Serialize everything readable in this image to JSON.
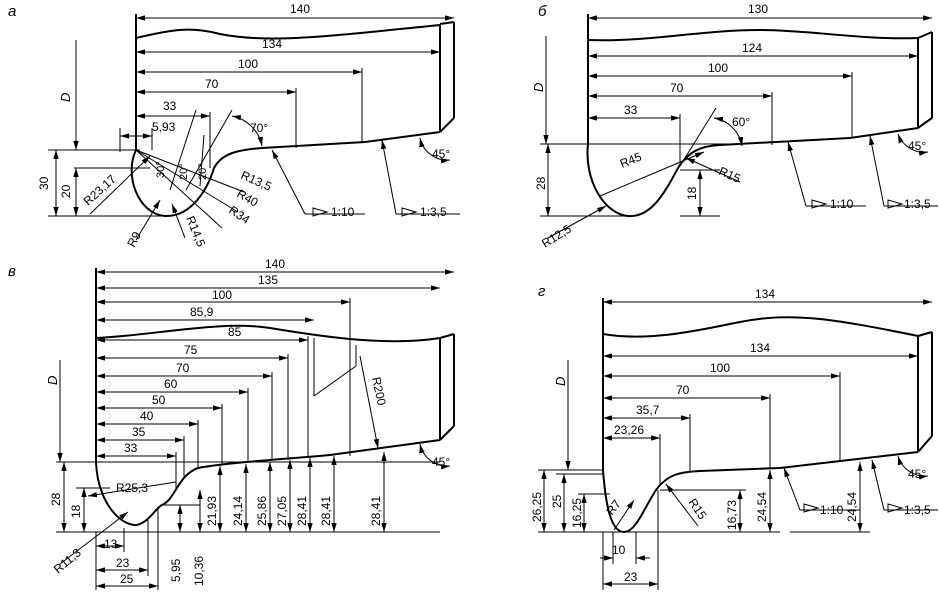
{
  "panels": {
    "a": {
      "label": "а",
      "dims": {
        "d140": "140",
        "d134": "134",
        "d100": "100",
        "d70": "70",
        "d33": "33",
        "d593": "5,93",
        "d30": "30",
        "d20": "20",
        "ang70": "70°",
        "ang30": "30°",
        "ang20a": "20°",
        "ang20b": "20°",
        "ang45": "45°",
        "r2317": "R23,17",
        "r9": "R9",
        "r145": "R14,5",
        "r34": "R34",
        "r40": "R40",
        "r135": "R13,5",
        "taper1": "1:10",
        "taper2": "1:3,5",
        "D": "D"
      }
    },
    "b": {
      "label": "б",
      "dims": {
        "d130": "130",
        "d124": "124",
        "d100": "100",
        "d70": "70",
        "d33": "33",
        "d28": "28",
        "d18": "18",
        "ang60": "60°",
        "ang45": "45°",
        "r45": "R45",
        "r15": "R15",
        "r125": "R12,5",
        "taper1": "1:10",
        "taper2": "1:3,5",
        "D": "D"
      }
    },
    "v": {
      "label": "в",
      "dims": {
        "d140": "140",
        "d135": "135",
        "d100": "100",
        "d859": "85,9",
        "d85": "85",
        "d75": "75",
        "d70": "70",
        "d60": "60",
        "d50": "50",
        "d40": "40",
        "d35": "35",
        "d33": "33",
        "d28": "28",
        "d18": "18",
        "d13": "13",
        "d23": "23",
        "d25": "25",
        "d595": "5,95",
        "d1036": "10,36",
        "d2193": "21,93",
        "d2414": "24,14",
        "d2586": "25,86",
        "d2705": "27,05",
        "d2841a": "28,41",
        "d2841b": "28,41",
        "d2841c": "28,41",
        "r200": "R200",
        "r253": "R25,3",
        "r113": "R11,3",
        "ang45": "45°",
        "D": "D"
      }
    },
    "g": {
      "label": "г",
      "dims": {
        "d134a": "134",
        "d134b": "134",
        "d100": "100",
        "d70": "70",
        "d357": "35,7",
        "d2326": "23,26",
        "d2625": "26,25",
        "d25": "25",
        "d1625": "16,25",
        "d10": "10",
        "d23": "23",
        "d1673": "16,73",
        "d2454a": "24,54",
        "d2454b": "24,54",
        "r7": "R7",
        "r15": "R15",
        "ang45": "45°",
        "taper1": "1:10",
        "taper2": "1:3,5",
        "D": "D"
      }
    }
  }
}
